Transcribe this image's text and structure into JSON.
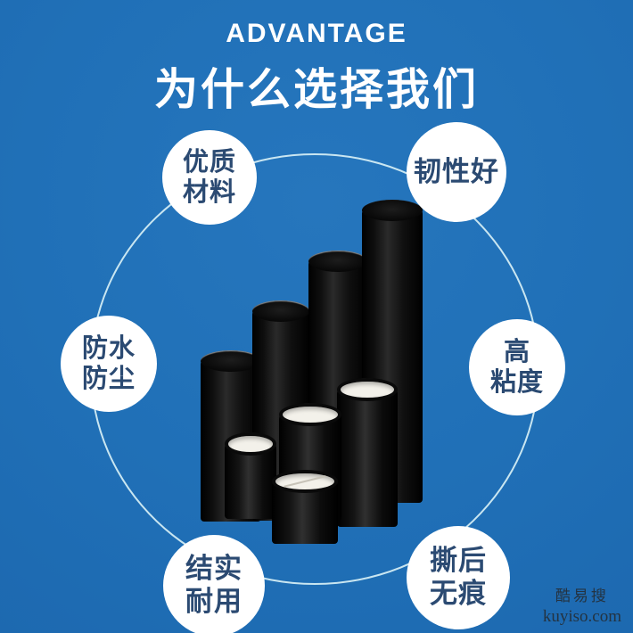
{
  "header": {
    "eyebrow": "ADVANTAGE",
    "title": "为什么选择我们"
  },
  "features": [
    {
      "name": "premium-material",
      "lines": [
        "优质",
        "材料"
      ]
    },
    {
      "name": "good-toughness",
      "lines": [
        "韧性好"
      ]
    },
    {
      "name": "waterproof-dustproof",
      "lines": [
        "防水",
        "防尘"
      ]
    },
    {
      "name": "high-viscosity",
      "lines": [
        "高",
        "粘度"
      ]
    },
    {
      "name": "sturdy-durable",
      "lines": [
        "结实",
        "耐用"
      ]
    },
    {
      "name": "tear-no-residue",
      "lines": [
        "撕后",
        "无痕"
      ]
    }
  ],
  "product": {
    "description": "black-tape-rolls",
    "back_columns": 4,
    "front_rolls": 4
  },
  "watermark": {
    "brand": "酷易搜",
    "site": "kuyiso.com"
  },
  "colors": {
    "background": "#2171B7",
    "badge_background": "#FFFFFF",
    "badge_text": "#2B4A72",
    "ring_line": "#DBF3F7",
    "headline_text": "#FFFFFF",
    "tape_black": "#0A0A0A",
    "tape_core_white": "#F3F1EA"
  }
}
